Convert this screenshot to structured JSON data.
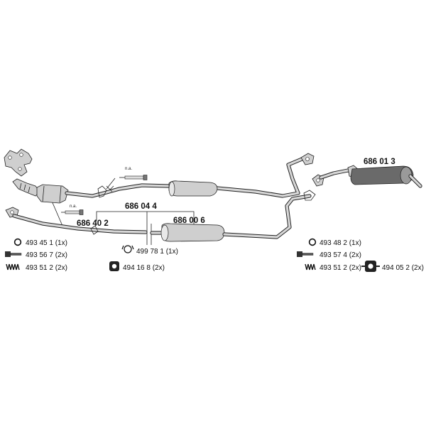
{
  "parts": {
    "front_pipe": "686 40 2",
    "catalyst_pipe": "686 04 4",
    "middle_silencer": "686 00 6",
    "rear_silencer": "686 01 3"
  },
  "notes": {
    "na_upper": "n.a.",
    "na_lower": "n.a."
  },
  "legend_left": [
    {
      "icon": "ring-icon",
      "text": "493 45 1 (1x)"
    },
    {
      "icon": "bolt-icon",
      "text": "493 56 7 (2x)"
    },
    {
      "icon": "spring-icon",
      "text": "493 51 2 (2x)"
    }
  ],
  "legend_center": [
    {
      "icon": "clamp-icon",
      "text": "499 78 1 (1x)"
    },
    {
      "icon": "rubber-mount-icon",
      "text": "494 16 8 (2x)"
    }
  ],
  "legend_right": [
    {
      "icon": "ring-icon",
      "text": "493 48 2 (1x)"
    },
    {
      "icon": "bolt-icon",
      "text": "493 57 4 (2x)"
    },
    {
      "icon": "spring-icon",
      "text": "493 51 2 (2x)"
    },
    {
      "icon": "rubber-mount-icon",
      "text": "494 05 2 (2x)"
    }
  ]
}
